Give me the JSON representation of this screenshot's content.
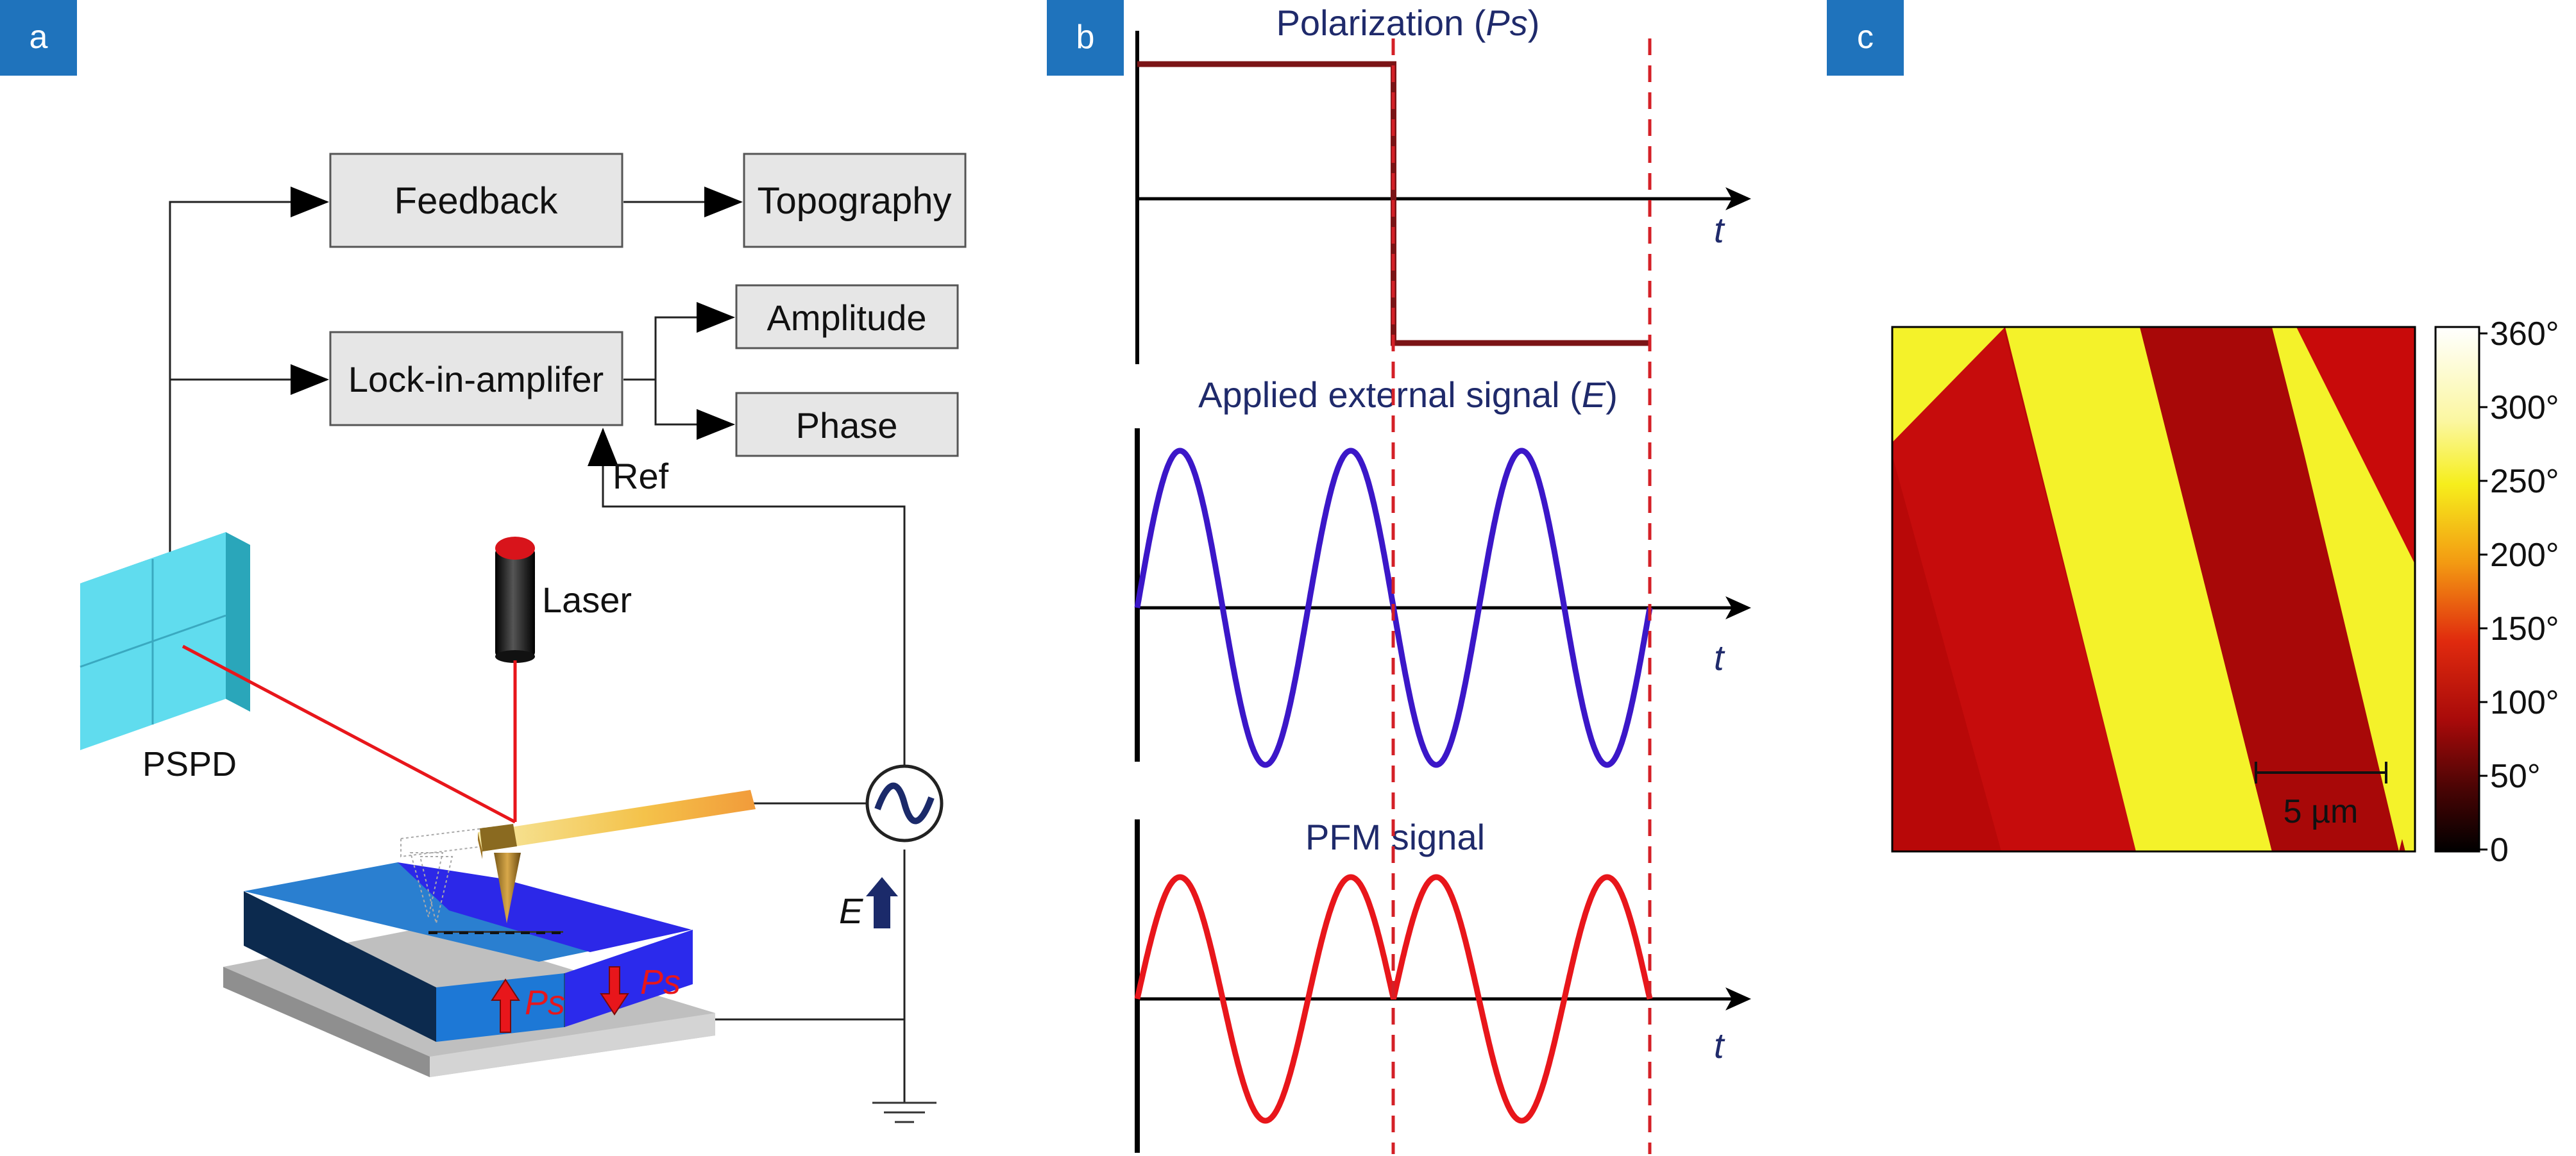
{
  "panels": {
    "a": "a",
    "b": "b",
    "c": "c"
  },
  "panel_a": {
    "feedback": "Feedback",
    "topography": "Topography",
    "lockin": "Lock-in-amplifer",
    "amplitude": "Amplitude",
    "phase": "Phase",
    "ref": "Ref",
    "laser": "Laser",
    "pspd": "PSPD",
    "e_label": "E",
    "ps_label": "Ps"
  },
  "panel_b": {
    "title_polarization_prefix": "Polarization (",
    "title_polarization_var": "Ps",
    "title_polarization_suffix": ")",
    "title_applied_prefix": "Applied external signal (",
    "title_applied_var": "E",
    "title_applied_suffix": ")",
    "title_pfm": "PFM signal",
    "axis_t": "t"
  },
  "panel_c": {
    "scale_bar": "5 µm",
    "colorbar_ticks": [
      "360°",
      "300°",
      "250°",
      "200°",
      "150°",
      "100°",
      "50°",
      "0"
    ]
  },
  "colors": {
    "label_box": "#1f73bc",
    "polarization": "#7b1416",
    "applied": "#3b17c8",
    "pfm": "#e8161b",
    "dash": "#d42027",
    "title_text": "#1f2a6b",
    "yellow_stripe": "#f4f22a",
    "red_stripe": "#c20a0a",
    "dark_red_stripe": "#a80808"
  },
  "chart_data": [
    {
      "type": "line",
      "name": "Polarization (Ps)",
      "x": [
        0,
        0.5,
        0.5,
        1.0
      ],
      "y": [
        1,
        1,
        -1,
        -1
      ],
      "xlabel": "t"
    },
    {
      "type": "line",
      "name": "Applied external signal (E)",
      "periods": 3,
      "amplitude": 1,
      "xlabel": "t"
    },
    {
      "type": "line",
      "name": "PFM signal",
      "periods": 3,
      "phase_flip_at": 0.5,
      "xlabel": "t"
    }
  ]
}
